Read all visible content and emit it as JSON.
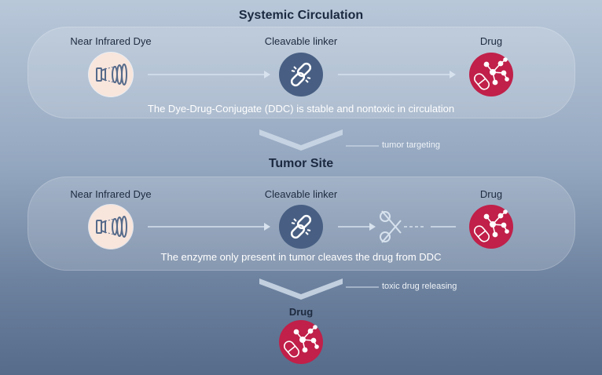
{
  "top": {
    "title": "Systemic Circulation",
    "dye_label": "Near Infrared Dye",
    "linker_label": "Cleavable linker",
    "drug_label": "Drug",
    "description": "The Dye-Drug-Conjugate (DDC) is stable and nontoxic in circulation"
  },
  "transition1": {
    "note": "tumor targeting"
  },
  "bottom": {
    "title": "Tumor Site",
    "dye_label": "Near Infrared Dye",
    "linker_label": "Cleavable linker",
    "drug_label": "Drug",
    "description": "The enzyme only present in tumor cleaves the drug from DDC"
  },
  "transition2": {
    "note": "toxic drug releasing"
  },
  "result": {
    "drug_label": "Drug"
  },
  "colors": {
    "dye": "#f8e5dc",
    "linker": "#485f83",
    "drug": "#c02049",
    "arrow": "#d7e2ee"
  },
  "icons": [
    "infrared-dye-icon",
    "chain-link-broken-icon",
    "molecule-pill-icon",
    "scissors-icon",
    "chevron-down-icon"
  ]
}
